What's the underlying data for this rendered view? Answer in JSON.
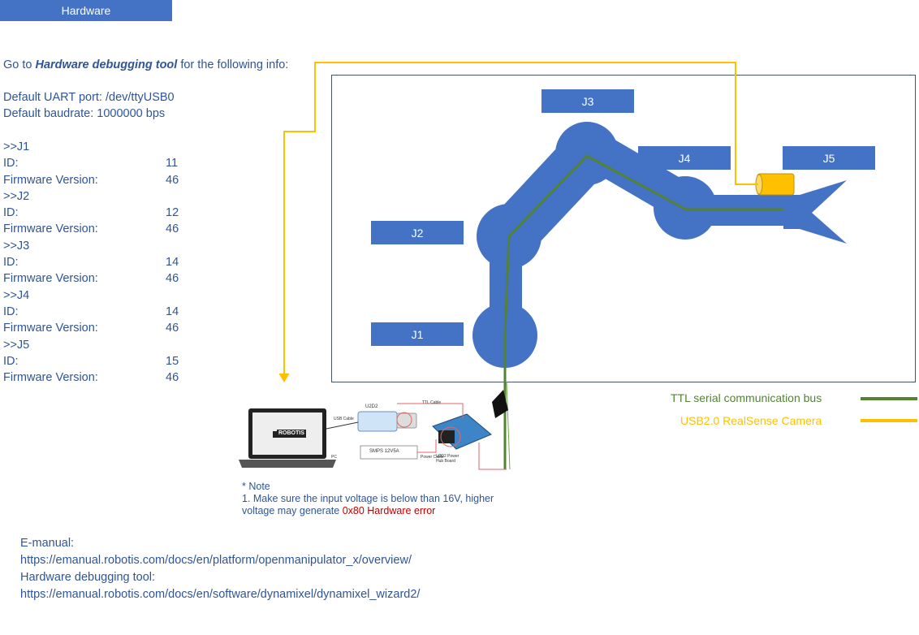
{
  "tab": {
    "label": "Hardware"
  },
  "intro": {
    "prefix": "Go to ",
    "tool": "Hardware debugging tool",
    "suffix": " for the following info:"
  },
  "uart": {
    "port_line": "Default UART port: /dev/ttyUSB0",
    "baud_line": "Default baudrate: 1000000 bps"
  },
  "joints": [
    {
      "header": ">>J1",
      "id_label": "ID:",
      "id": "11",
      "fw_label": "Firmware Version:",
      "fw": "46"
    },
    {
      "header": ">>J2",
      "id_label": "ID:",
      "id": "12",
      "fw_label": "Firmware Version:",
      "fw": "46"
    },
    {
      "header": ">>J3",
      "id_label": "ID:",
      "id": "14",
      "fw_label": "Firmware Version:",
      "fw": "46"
    },
    {
      "header": ">>J4",
      "id_label": "ID:",
      "id": "14",
      "fw_label": "Firmware Version:",
      "fw": "46"
    },
    {
      "header": ">>J5",
      "id_label": "ID:",
      "id": "15",
      "fw_label": "Firmware Version:",
      "fw": "46"
    }
  ],
  "arm_labels": {
    "j1": "J1",
    "j2": "J2",
    "j3": "J3",
    "j4": "J4",
    "j5": "J5"
  },
  "legend": {
    "ttl": "TTL serial communication bus",
    "usb": "USB2.0 RealSense Camera",
    "ttl_color": "#548235",
    "usb_color": "#ffc000"
  },
  "hardware": {
    "laptop_brand": "ROBOTIS",
    "u2d2": "U2D2",
    "smps": "SMPS 12V5A",
    "power_hub": "U2D2 Power Hub Board",
    "ttl_cable": "TTL Cable",
    "usb_cable": "USB Cable",
    "power_cable": "Power Cable",
    "pc": "PC"
  },
  "note": {
    "title": "* Note",
    "line1": "1. Make sure the input voltage is below than 16V, higher",
    "line2_prefix": "voltage may generate ",
    "line2_error": "0x80 Hardware error"
  },
  "links": {
    "emanual_label": "E-manual:",
    "emanual_url": "https://emanual.robotis.com/docs/en/platform/openmanipulator_x/overview/",
    "debug_label": "Hardware debugging tool:",
    "debug_url": "https://emanual.robotis.com/docs/en/software/dynamixel/dynamixel_wizard2/"
  },
  "colors": {
    "accent": "#4472c4",
    "text": "#2f5597",
    "error": "#c00000"
  }
}
